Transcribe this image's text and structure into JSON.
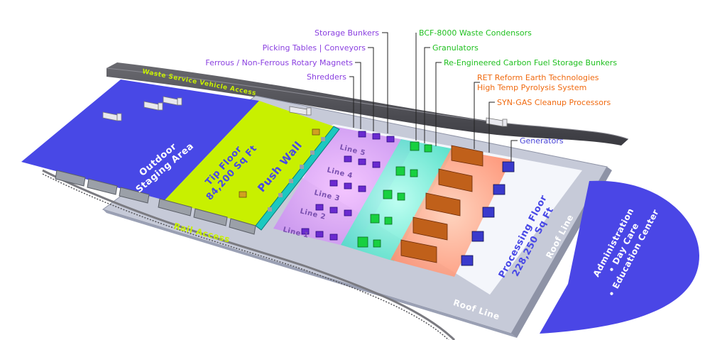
{
  "colors": {
    "purple_label": "#8a3fe0",
    "green_label": "#20c020",
    "orange_label": "#f06a10",
    "blue_label": "#4a46d8",
    "staging_blue": "#4848e6",
    "tip_green": "#c8f000",
    "roof_gray": "#9aa0b4"
  },
  "labels": {
    "storage_bunkers": "Storage Bunkers",
    "picking_tables": "Picking Tables | Conveyors",
    "magnets": "Ferrous / Non-Ferrous Rotary Magnets",
    "shredders": "Shredders",
    "bcf": "BCF-8000 Waste Condensors",
    "granulators": "Granulators",
    "carbon_fuel": "Re-Engineered Carbon Fuel Storage Bunkers",
    "ret": "RET   Reform Earth Technologies",
    "pyrolysis": "High Temp Pyrolysis System",
    "syngas": "SYN-GAS Cleanup Processors",
    "generators": "Generators"
  },
  "areas": {
    "waste_vehicle_access": "Waste Service Vehicle Access",
    "outdoor_line1": "Outdoor",
    "outdoor_line2": "Staging Area",
    "tip_line1": "Tip Floor",
    "tip_line2": "84,200 Sq Ft",
    "push_wall": "Push Wall",
    "rail_access": "Rail Access",
    "processing_line1": "Processing Floor",
    "processing_line2": "228,250 Sq Ft",
    "roof_line_right": "Roof Line",
    "roof_line_bottom": "Roof Line",
    "admin_line1": "Administration",
    "admin_line2": "• Day Care",
    "admin_line3": "• Education Center"
  },
  "lines": [
    "Line 5",
    "Line 4",
    "Line 3",
    "Line 2",
    "Line 1"
  ]
}
